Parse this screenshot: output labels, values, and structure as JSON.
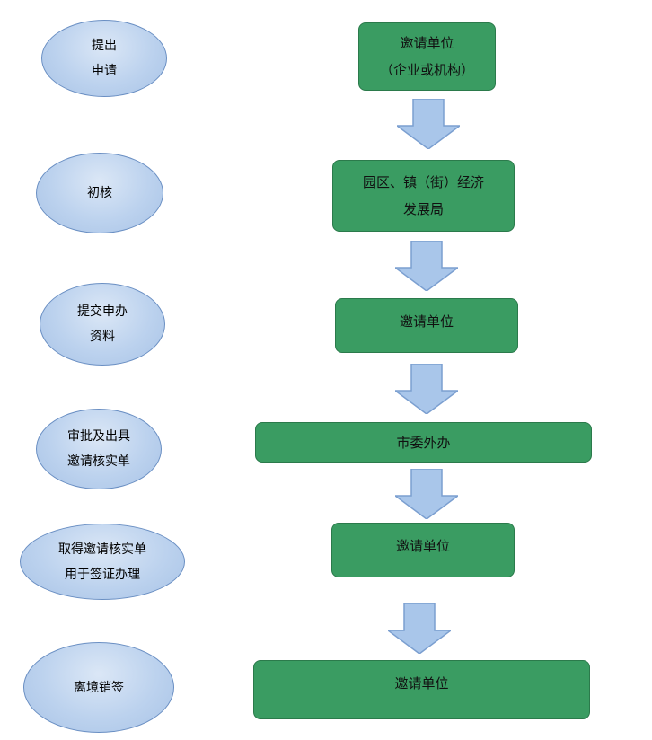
{
  "steps": [
    {
      "label_lines": [
        "提出",
        "申请"
      ],
      "box_lines": [
        "邀请单位",
        "（企业或机构）"
      ]
    },
    {
      "label_lines": [
        "初核"
      ],
      "box_lines": [
        "园区、镇（街）经济",
        "发展局"
      ]
    },
    {
      "label_lines": [
        "提交申办",
        "资料"
      ],
      "box_lines": [
        "邀请单位"
      ]
    },
    {
      "label_lines": [
        "审批及出具",
        "邀请核实单"
      ],
      "box_lines": [
        "市委外办"
      ]
    },
    {
      "label_lines": [
        "取得邀请核实单",
        "用于签证办理"
      ],
      "box_lines": [
        "邀请单位"
      ]
    },
    {
      "label_lines": [
        "离境销签"
      ],
      "box_lines": [
        "邀请单位"
      ]
    }
  ],
  "colors": {
    "box_fill": "#3a9c62",
    "ellipse_fill": "#bcd2ee",
    "arrow_fill": "#a9c6ea"
  }
}
